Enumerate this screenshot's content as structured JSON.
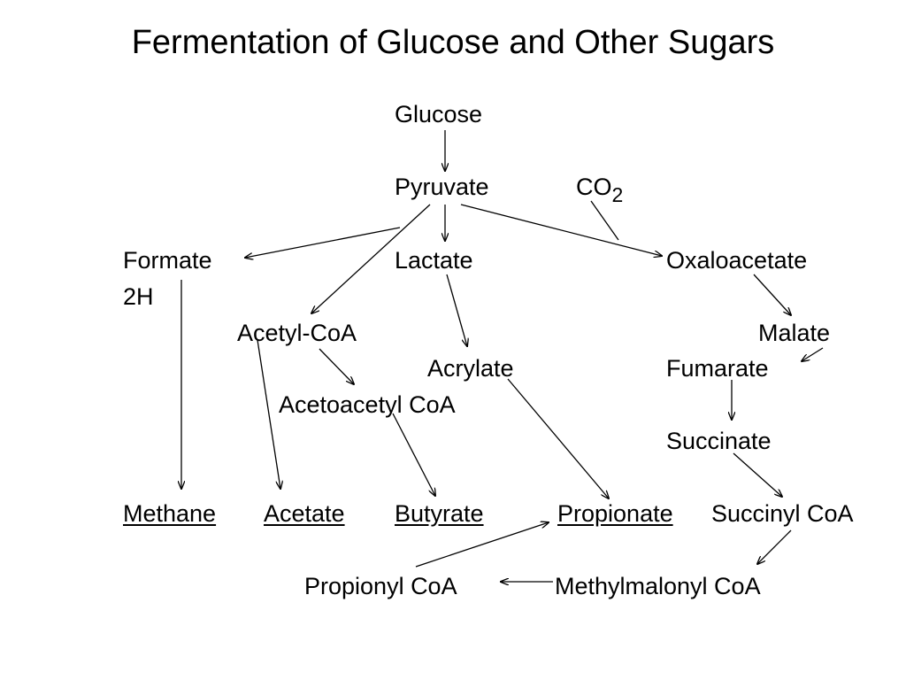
{
  "title": "Fermentation of Glucose and Other Sugars",
  "nodes": {
    "glucose": "Glucose",
    "pyruvate": "Pyruvate",
    "co2_main": "CO",
    "co2_sub": "2",
    "formate": "Formate",
    "two_h": "2H",
    "lactate": "Lactate",
    "oxaloacetate": "Oxaloacetate",
    "acetyl_coa": "Acetyl-CoA",
    "malate": "Malate",
    "acrylate": "Acrylate",
    "fumarate": "Fumarate",
    "acetoacetyl_coa": "Acetoacetyl CoA",
    "succinate": "Succinate",
    "methane": "Methane",
    "acetate": "Acetate",
    "butyrate": "Butyrate",
    "propionate": "Propionate",
    "succinyl_coa": "Succinyl CoA",
    "propionyl_coa": "Propionyl CoA",
    "methylmalonyl_coa": "Methylmalonyl CoA"
  },
  "final_products": [
    "Methane",
    "Acetate",
    "Butyrate",
    "Propionate"
  ],
  "colors": {
    "text": "#000000",
    "background": "#ffffff",
    "arrow": "#000000"
  }
}
